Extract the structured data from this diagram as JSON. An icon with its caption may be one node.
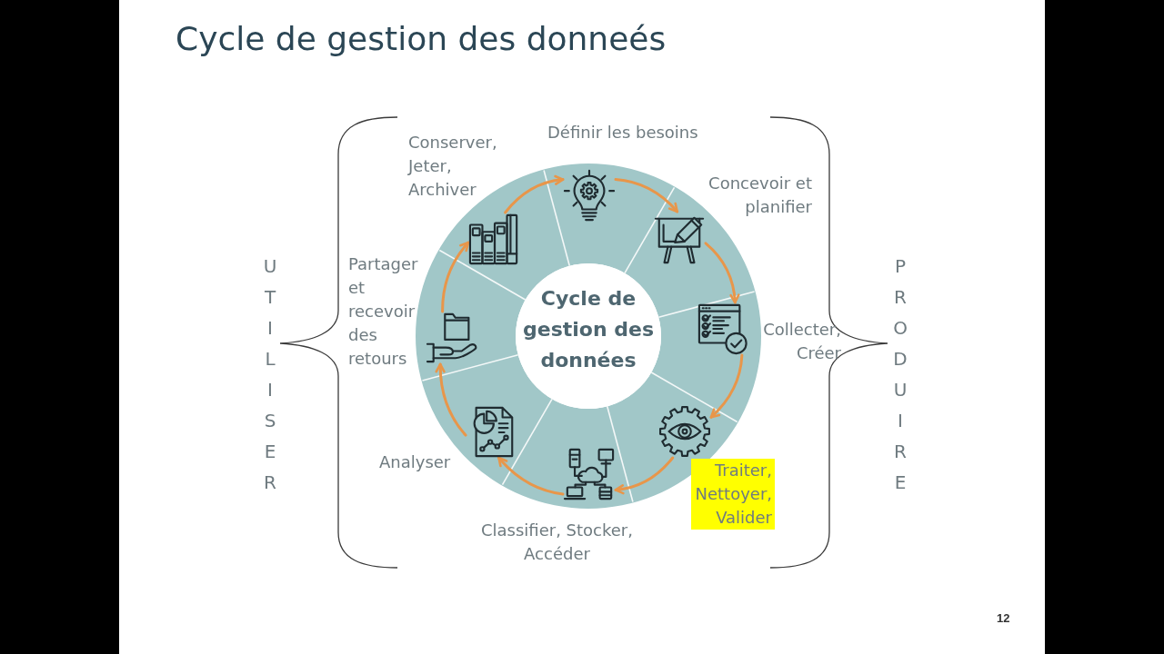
{
  "diagram": {
    "title": "Cycle de gestion des donneés",
    "nodes": [
      {
        "text": [],
        "shape": "picture",
        "beside": [
          "Définir les besoins"
        ]
      },
      {
        "text": [],
        "shape": "picture",
        "beside": [
          "Concevoir et planifier"
        ]
      },
      {
        "text": [],
        "shape": "picture",
        "beside": [
          "Collecter, Créer"
        ]
      },
      {
        "text": [],
        "shape": "picture",
        "beside": [
          "Traiter, Nettoyer, Valider"
        ]
      },
      {
        "text": [],
        "shape": "picture",
        "beside": [
          "Classifier, Stocker, Accéder"
        ]
      },
      {
        "text": [],
        "shape": "picture",
        "beside": [
          "Analyser"
        ]
      },
      {
        "text": [],
        "shape": "picture",
        "beside": [
          "Partager et recevoir des retours"
        ]
      },
      {
        "text": [],
        "shape": "picture",
        "beside": [
          "Conserver, Jeter, Archiver"
        ]
      },
      {
        "text": [
          "Cycle de gestion des données"
        ]
      }
    ],
    "edges": [
      {
        "from": 0,
        "to": 1,
        "arrow": "to"
      },
      {
        "from": 1,
        "to": 2,
        "arrow": "to"
      },
      {
        "from": 2,
        "to": 3,
        "arrow": "to"
      },
      {
        "from": 3,
        "to": 4,
        "arrow": "to"
      },
      {
        "from": 4,
        "to": 5,
        "arrow": "to"
      },
      {
        "from": 5,
        "to": 6,
        "arrow": "to"
      },
      {
        "from": 6,
        "to": 7,
        "arrow": "to"
      },
      {
        "from": 7,
        "to": 0,
        "arrow": "to"
      }
    ],
    "labels": [
      "UTILISER",
      "PRODUIRE",
      "12"
    ]
  }
}
